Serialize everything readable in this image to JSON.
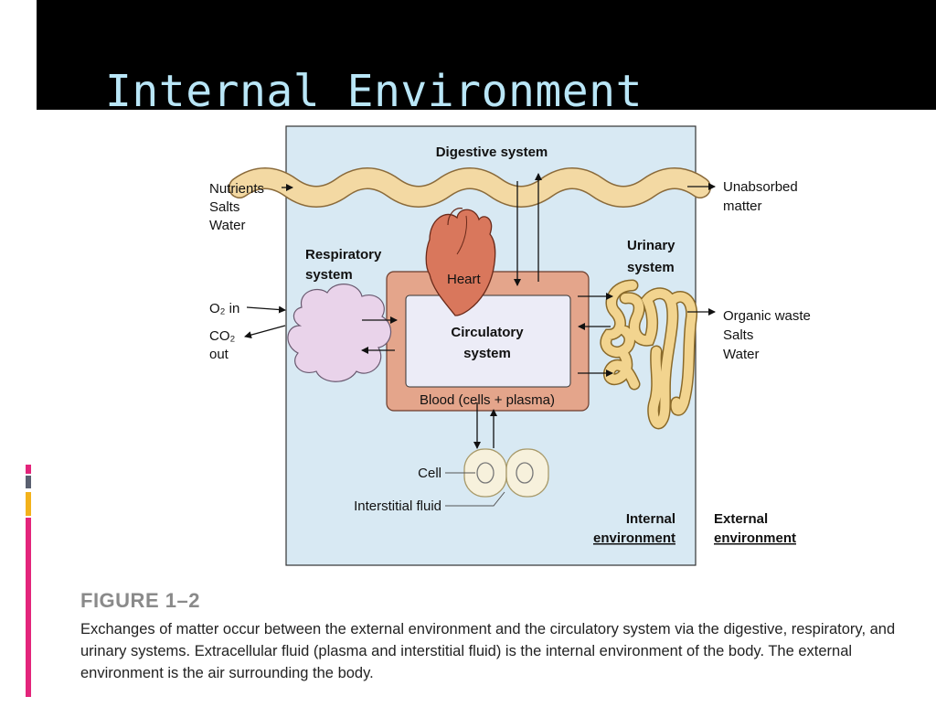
{
  "slide": {
    "title": "Internal Environment"
  },
  "figure": {
    "labels": {
      "digestive_system": "Digestive system",
      "nutrients": "Nutrients",
      "salts_in": "Salts",
      "water_in": "Water",
      "unabsorbed_line1": "Unabsorbed",
      "unabsorbed_line2": "matter",
      "respiratory_line1": "Respiratory",
      "respiratory_line2": "system",
      "urinary_line1": "Urinary",
      "urinary_line2": "system",
      "heart": "Heart",
      "o2_in": "O₂ in",
      "co2_line1": "CO₂",
      "co2_line2": "out",
      "circulatory_line1": "Circulatory",
      "circulatory_line2": "system",
      "organic_waste": "Organic waste",
      "salts_out": "Salts",
      "water_out": "Water",
      "blood": "Blood (cells + plasma)",
      "cell": "Cell",
      "interstitial_fluid": "Interstitial fluid",
      "internal_line1": "Internal",
      "internal_line2": "environment",
      "external_line1": "External",
      "external_line2": "environment"
    },
    "caption_heading": "FIGURE 1–2",
    "caption_text": "Exchanges of matter occur between the external environment and the circulatory system via the digestive, respiratory, and urinary systems. Extracellular fluid (plasma and interstitial fluid) is the internal environment of the body. The external environment is the air surrounding the body."
  },
  "colors": {
    "title_bar": "#000000",
    "title_text": "#b9e6f7",
    "internal_bg": "#d8e9f3",
    "intestine": "#f3d9a3",
    "blood_box": "#e4a58b",
    "circ_inner": "#ececf7",
    "lung": "#e9d3ea",
    "heart": "#d9775c",
    "kidney": "#f2d48f",
    "accent_pink": "#e3257b",
    "accent_yellow": "#f3b21b",
    "accent_gray": "#5a6070"
  }
}
